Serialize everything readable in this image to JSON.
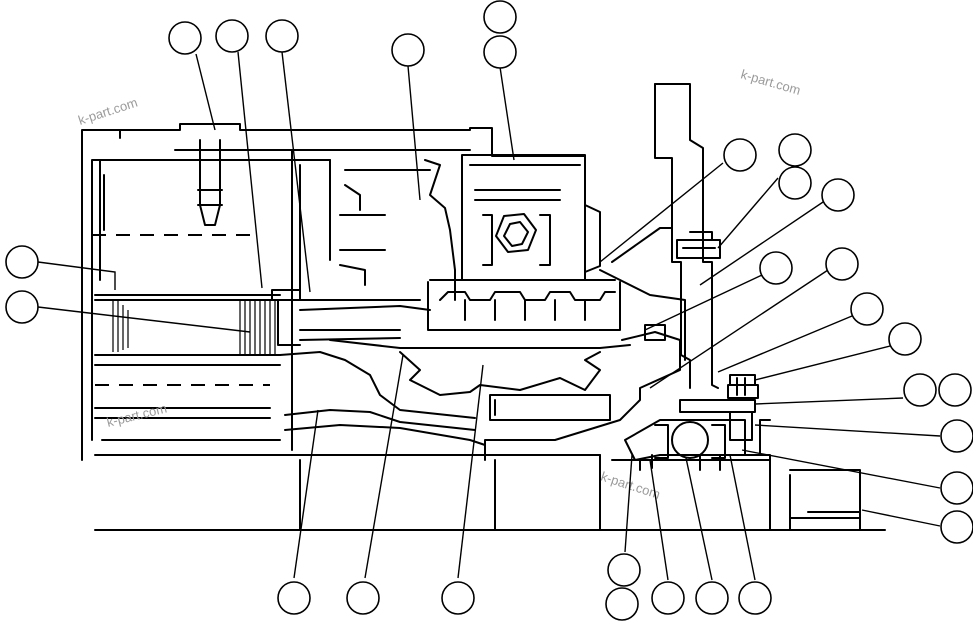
{
  "watermark": {
    "text": "k-part.com",
    "color": "#9a9a9a"
  },
  "callouts": [
    {
      "id": "c01"
    },
    {
      "id": "c02"
    },
    {
      "id": "c03"
    },
    {
      "id": "c04"
    },
    {
      "id": "c05"
    },
    {
      "id": "c06"
    },
    {
      "id": "c07"
    },
    {
      "id": "c08"
    },
    {
      "id": "c09"
    },
    {
      "id": "c10"
    },
    {
      "id": "c11"
    },
    {
      "id": "c12"
    },
    {
      "id": "c13"
    },
    {
      "id": "c14"
    },
    {
      "id": "c15"
    },
    {
      "id": "c16"
    },
    {
      "id": "c17"
    },
    {
      "id": "c18"
    },
    {
      "id": "c19"
    },
    {
      "id": "c20"
    },
    {
      "id": "c21"
    },
    {
      "id": "c22"
    },
    {
      "id": "c23"
    },
    {
      "id": "c24"
    },
    {
      "id": "c25"
    },
    {
      "id": "c26"
    },
    {
      "id": "c27"
    },
    {
      "id": "c28"
    },
    {
      "id": "c29"
    },
    {
      "id": "c30"
    }
  ]
}
